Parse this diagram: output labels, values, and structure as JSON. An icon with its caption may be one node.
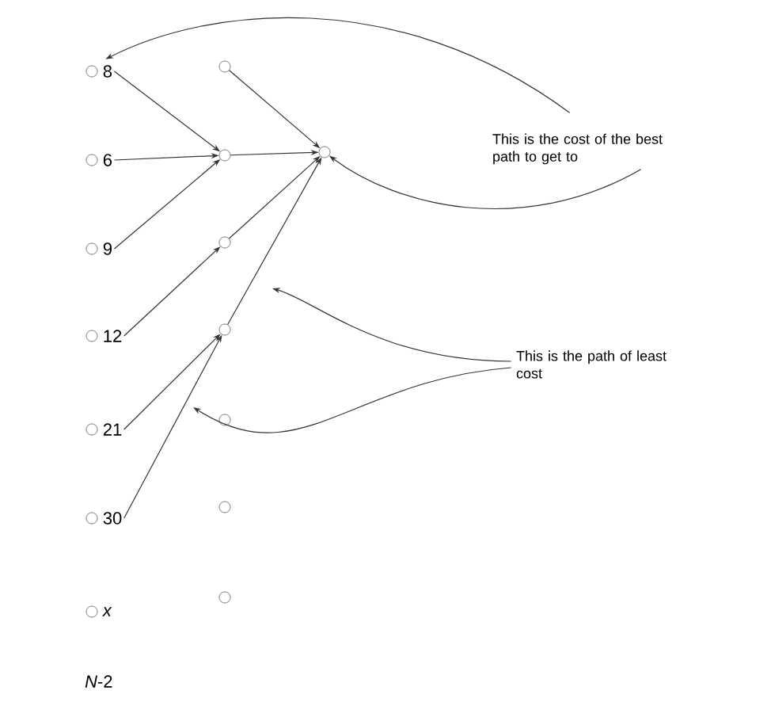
{
  "diagram": {
    "nodes": [
      {
        "text": [],
        "shape": "circle",
        "beside": [
          "8"
        ]
      },
      {
        "text": [],
        "shape": "circle",
        "beside": [
          "6"
        ]
      },
      {
        "text": [],
        "shape": "circle",
        "beside": [
          "9"
        ]
      },
      {
        "text": [],
        "shape": "circle",
        "beside": [
          "12"
        ]
      },
      {
        "text": [],
        "shape": "circle",
        "beside": [
          "21"
        ]
      },
      {
        "text": [],
        "shape": "circle",
        "beside": [
          "30"
        ]
      },
      {
        "text": [],
        "shape": "circle",
        "beside": [
          "x"
        ]
      },
      {
        "text": [],
        "shape": "circle"
      },
      {
        "text": [],
        "shape": "circle"
      },
      {
        "text": [],
        "shape": "circle"
      },
      {
        "text": [],
        "shape": "circle"
      },
      {
        "text": [],
        "shape": "circle"
      },
      {
        "text": [],
        "shape": "circle"
      },
      {
        "text": [],
        "shape": "circle"
      },
      {
        "text": [],
        "shape": "circle"
      },
      {
        "text": [
          "This is the cost of the best path to get to"
        ]
      },
      {
        "text": [
          "This is the path of least cost"
        ]
      }
    ],
    "edges": [
      {
        "from": 0,
        "to": 8,
        "arrow": "to"
      },
      {
        "from": 1,
        "to": 8,
        "arrow": "to"
      },
      {
        "from": 2,
        "to": 8,
        "arrow": "to"
      },
      {
        "from": 3,
        "to": 9,
        "arrow": "to"
      },
      {
        "from": 4,
        "to": 10,
        "arrow": "to"
      },
      {
        "from": 5,
        "to": 10,
        "arrow": "to"
      },
      {
        "from": 7,
        "to": 14,
        "arrow": "to"
      },
      {
        "from": 8,
        "to": 14,
        "arrow": "to"
      },
      {
        "from": 9,
        "to": 14,
        "arrow": "to"
      },
      {
        "from": 10,
        "to": 14,
        "arrow": "to"
      },
      {
        "from": 15,
        "to": 0,
        "arrow": "to"
      },
      {
        "from": 15,
        "to": 14,
        "arrow": "to"
      },
      {
        "from": 16,
        "to": null,
        "arrow": "to"
      },
      {
        "from": 16,
        "to": null,
        "arrow": "to"
      }
    ],
    "labels": [
      "*N*-2"
    ]
  }
}
